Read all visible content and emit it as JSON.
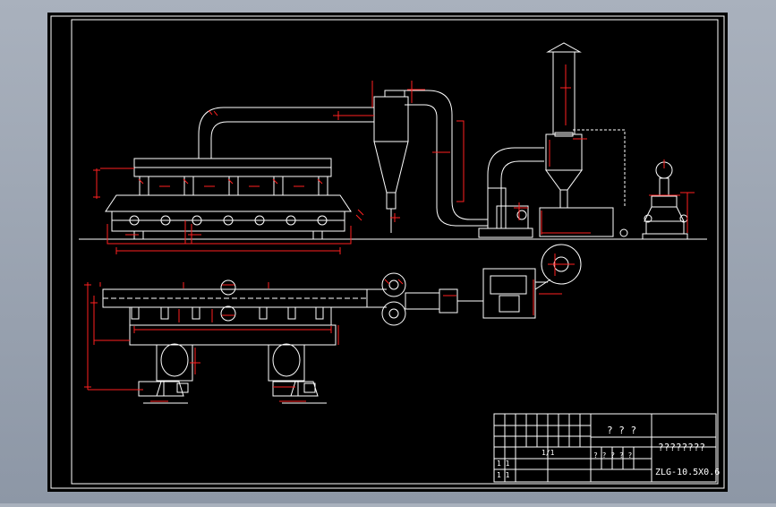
{
  "title_block": {
    "title_cell": "? ? ?",
    "name_cell": "????????",
    "model_code": "ZLG-10.5X0.6",
    "scale_mark": "1/1",
    "row_marks": [
      "1 1",
      "1 1"
    ],
    "small_marks": [
      "? ? ? ? ?"
    ]
  },
  "colors": {
    "background": "#000000",
    "frame": "#ffffff",
    "outline": "#ffffff",
    "dimension": "#ff2020",
    "hidden_line": "#ffffff",
    "window_bg": "#8d97a6"
  }
}
